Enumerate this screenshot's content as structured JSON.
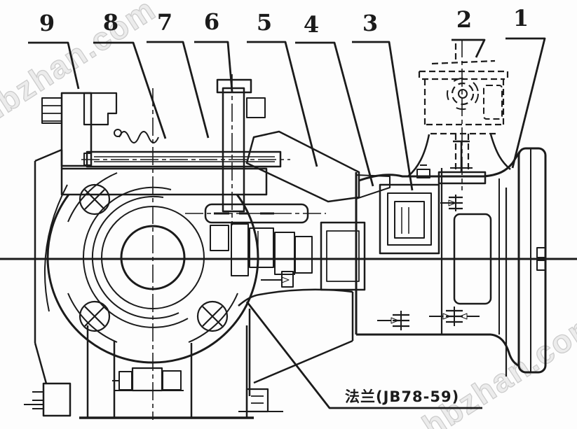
{
  "figure": {
    "kind": "engineering cross-section drawing",
    "callouts": [
      {
        "number": "9"
      },
      {
        "number": "8"
      },
      {
        "number": "7"
      },
      {
        "number": "6"
      },
      {
        "number": "5"
      },
      {
        "number": "4"
      },
      {
        "number": "3"
      },
      {
        "number": "2"
      },
      {
        "number": "1"
      }
    ],
    "flange_label": {
      "text": "法兰(JB78-59)"
    },
    "watermark": {
      "text": "hbzhan.com"
    },
    "colors": {
      "ink": "#1b1b1b",
      "paper": "#fdfdfd",
      "watermark_fill": "#ececec",
      "watermark_stroke": "#cccccc"
    }
  }
}
